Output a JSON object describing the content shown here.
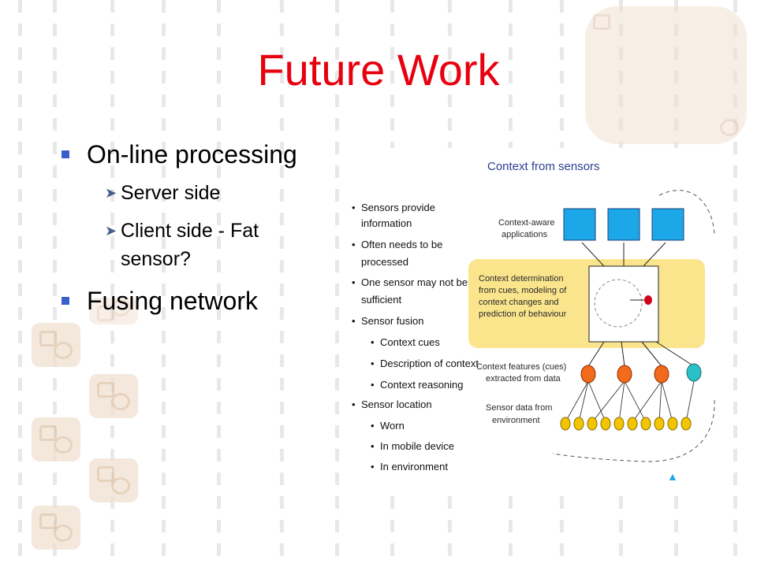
{
  "slide": {
    "title": "Future Work",
    "bullets": [
      {
        "text": "On-line processing",
        "sub": [
          {
            "text": "Server side"
          },
          {
            "text": "Client side - Fat",
            "text2": "sensor?"
          }
        ]
      },
      {
        "text": "Fusing network"
      }
    ]
  },
  "figure": {
    "title": "Context from sensors",
    "notes": [
      "Sensors provide",
      "information",
      "Often needs to be",
      "processed",
      "One sensor may not be",
      "sufficient",
      "Sensor fusion",
      "Context cues",
      "Description of context",
      "Context reasoning",
      "Sensor location",
      "Worn",
      "In mobile device",
      "In environment"
    ],
    "labels": {
      "apps1": "Context-aware",
      "apps2": "applications",
      "det1": "Context determination",
      "det2": "from cues, modeling of",
      "det3": "context changes and",
      "det4": "prediction of behaviour",
      "feat1": "Context features (cues)",
      "feat2": "extracted from data",
      "sens1": "Sensor data from",
      "sens2": "environment"
    },
    "colors": {
      "app": "#1ba7e8",
      "band": "#fbe58c",
      "feature": "#f26a1b",
      "sensor": "#f2c500",
      "extra": "#2bc0c8",
      "alert": "#d0021b"
    }
  },
  "theme": {
    "title_color": "#e8000f",
    "bullet_color": "#3a5fcd"
  }
}
